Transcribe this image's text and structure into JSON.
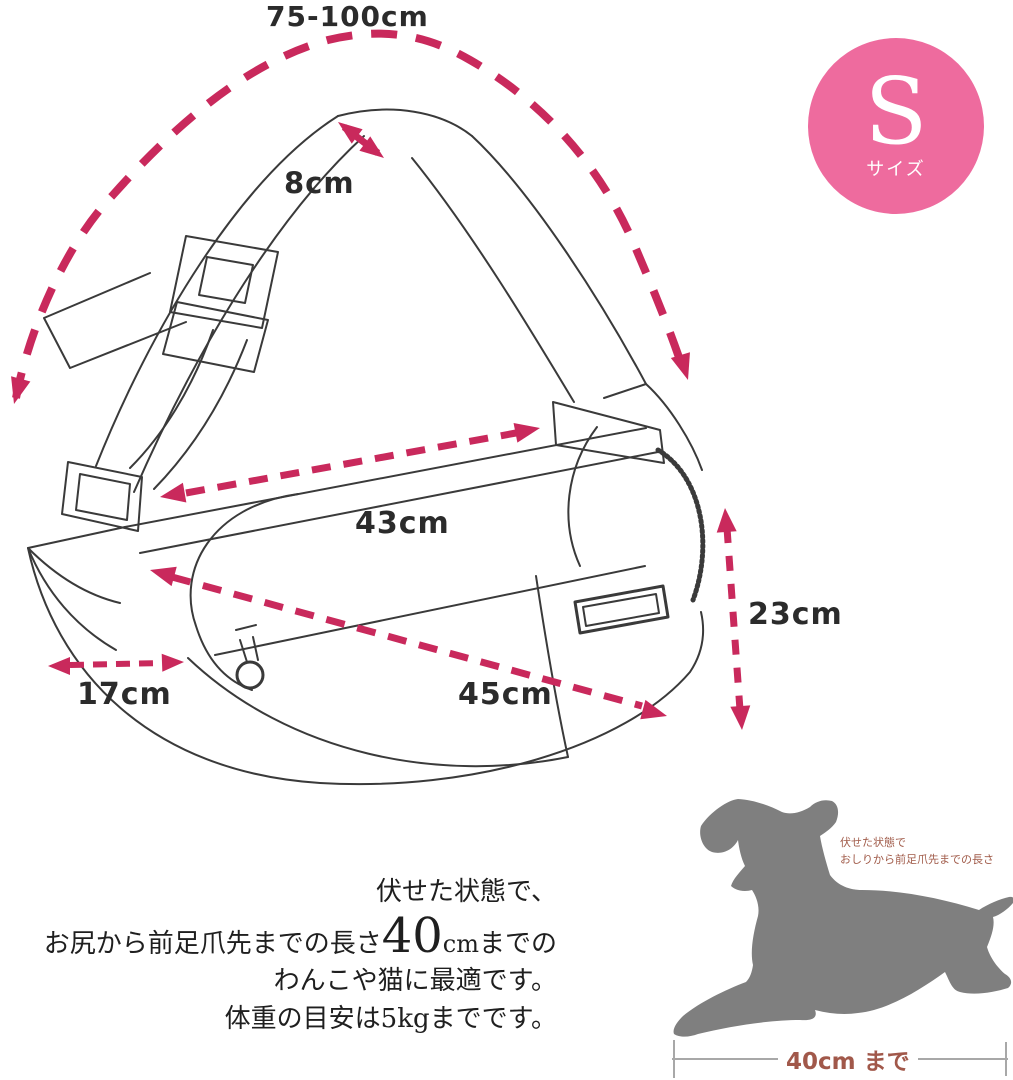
{
  "colors": {
    "arrow_pink": "#c9295c",
    "badge_pink": "#ee6b9e",
    "line_dark": "#3a3a3a",
    "dog_gray": "#7f7f7f",
    "annotation_brown": "#a05a48",
    "dim_gray": "#a8a8a8"
  },
  "measurements": {
    "strap_length": "75-100cm",
    "strap_width": "8cm",
    "body_length": "43cm",
    "body_height": "23cm",
    "body_width": "17cm",
    "bottom_length": "45cm"
  },
  "size_badge": {
    "letter": "S",
    "label": "サイズ"
  },
  "description": {
    "line1": "伏せた状態で、",
    "line2_prefix": "お尻から前足爪先までの長さ",
    "line2_number": "40",
    "line2_unit": "cm",
    "line2_suffix": "までの",
    "line3": "わんこや猫に最適です。",
    "line4": "体重の目安は5kgまでです。"
  },
  "dog_figure": {
    "note_line1": "伏せた状態で",
    "note_line2": "おしりから前足爪先までの長さ",
    "dimension_label": "40cm まで"
  }
}
